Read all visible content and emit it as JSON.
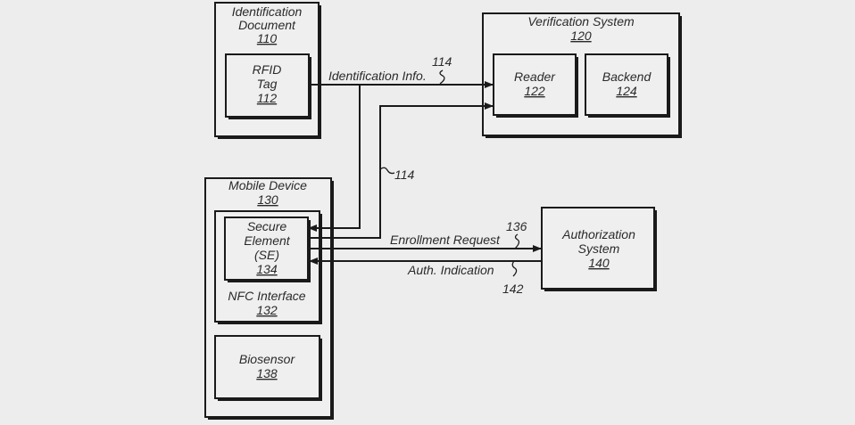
{
  "diagram": {
    "blocks": {
      "identification_document": {
        "title_line1": "Identification",
        "title_line2": "Document",
        "number": "110"
      },
      "rfid_tag": {
        "title_line1": "RFID",
        "title_line2": "Tag",
        "number": "112"
      },
      "verification_system": {
        "title": "Verification System",
        "number": "120"
      },
      "reader": {
        "title": "Reader",
        "number": "122"
      },
      "backend": {
        "title": "Backend",
        "number": "124"
      },
      "mobile_device": {
        "title": "Mobile Device",
        "number": "130"
      },
      "nfc_interface": {
        "title": "NFC Interface",
        "number": "132"
      },
      "secure_element": {
        "title_line1": "Secure",
        "title_line2": "Element",
        "title_line3": "(SE)",
        "number": "134"
      },
      "biosensor": {
        "title": "Biosensor",
        "number": "138"
      },
      "authorization_system": {
        "title_line1": "Authorization",
        "title_line2": "System",
        "number": "140"
      }
    },
    "connections": {
      "identification_info": {
        "label": "Identification Info.",
        "ref": "114"
      },
      "secure_element_to_reader": {
        "ref": "114"
      },
      "enrollment_request": {
        "label": "Enrollment Request",
        "ref": "136"
      },
      "auth_indication": {
        "label": "Auth. Indication",
        "ref": "142"
      }
    }
  }
}
